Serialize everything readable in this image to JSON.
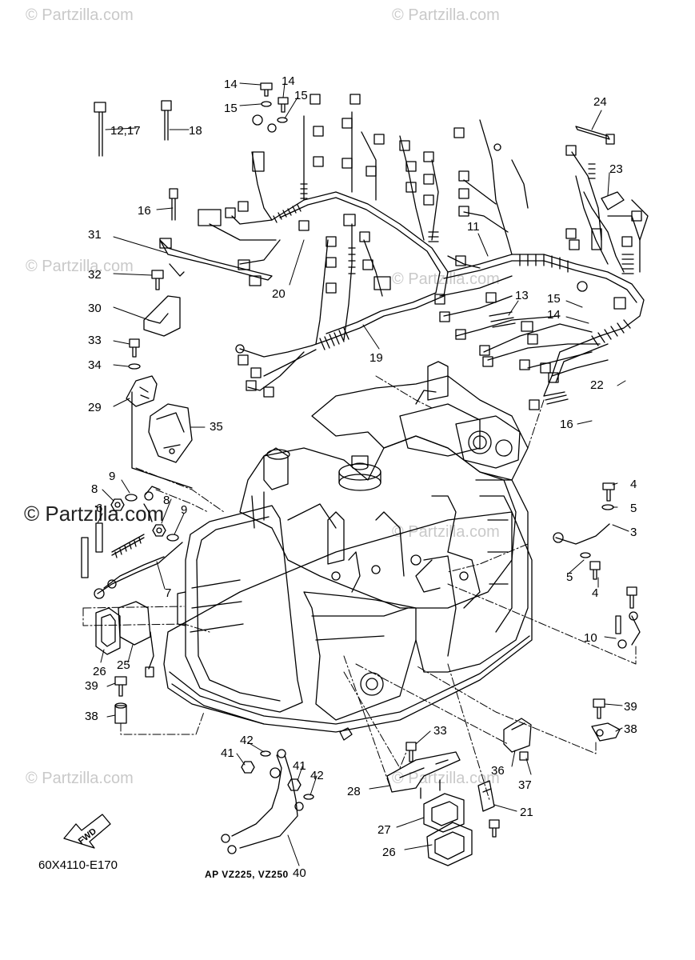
{
  "watermarks": {
    "tile_text": "© Partzilla.com",
    "main_text": "© Partzilla.com"
  },
  "diagram": {
    "part_number": "60X4110-E170",
    "model_note": "AP VZ225, VZ250",
    "fwd_label": "FWD"
  },
  "callouts": [
    {
      "id": "c14a",
      "text": "14"
    },
    {
      "id": "c14b",
      "text": "14"
    },
    {
      "id": "c15a",
      "text": "15"
    },
    {
      "id": "c15b",
      "text": "15"
    },
    {
      "id": "c1217",
      "text": "12,17"
    },
    {
      "id": "c18",
      "text": "18"
    },
    {
      "id": "c24",
      "text": "24"
    },
    {
      "id": "c23",
      "text": "23"
    },
    {
      "id": "c16a",
      "text": "16"
    },
    {
      "id": "c11",
      "text": "11"
    },
    {
      "id": "c31",
      "text": "31"
    },
    {
      "id": "c32",
      "text": "32"
    },
    {
      "id": "c20",
      "text": "20"
    },
    {
      "id": "c13",
      "text": "13"
    },
    {
      "id": "c15c",
      "text": "15"
    },
    {
      "id": "c14c",
      "text": "14"
    },
    {
      "id": "c30",
      "text": "30"
    },
    {
      "id": "c33a",
      "text": "33"
    },
    {
      "id": "c19",
      "text": "19"
    },
    {
      "id": "c34",
      "text": "34"
    },
    {
      "id": "c22",
      "text": "22"
    },
    {
      "id": "c29",
      "text": "29"
    },
    {
      "id": "c16b",
      "text": "16"
    },
    {
      "id": "c35",
      "text": "35"
    },
    {
      "id": "c9a",
      "text": "9"
    },
    {
      "id": "c8a",
      "text": "8"
    },
    {
      "id": "c4a",
      "text": "4"
    },
    {
      "id": "c6",
      "text": "6"
    },
    {
      "id": "c8b",
      "text": "8"
    },
    {
      "id": "c5a",
      "text": "5"
    },
    {
      "id": "c9b",
      "text": "9"
    },
    {
      "id": "c3",
      "text": "3"
    },
    {
      "id": "c5b",
      "text": "5"
    },
    {
      "id": "c7",
      "text": "7"
    },
    {
      "id": "c4b",
      "text": "4"
    },
    {
      "id": "c10",
      "text": "10"
    },
    {
      "id": "c26a",
      "text": "26"
    },
    {
      "id": "c25",
      "text": "25"
    },
    {
      "id": "c39a",
      "text": "39"
    },
    {
      "id": "c39b",
      "text": "39"
    },
    {
      "id": "c38a",
      "text": "38"
    },
    {
      "id": "c38b",
      "text": "38"
    },
    {
      "id": "c33b",
      "text": "33"
    },
    {
      "id": "c42a",
      "text": "42"
    },
    {
      "id": "c41a",
      "text": "41"
    },
    {
      "id": "c41b",
      "text": "41"
    },
    {
      "id": "c42b",
      "text": "42"
    },
    {
      "id": "c36",
      "text": "36"
    },
    {
      "id": "c37",
      "text": "37"
    },
    {
      "id": "c28",
      "text": "28"
    },
    {
      "id": "c21",
      "text": "21"
    },
    {
      "id": "c27",
      "text": "27"
    },
    {
      "id": "c40",
      "text": "40"
    },
    {
      "id": "c26b",
      "text": "26"
    }
  ]
}
